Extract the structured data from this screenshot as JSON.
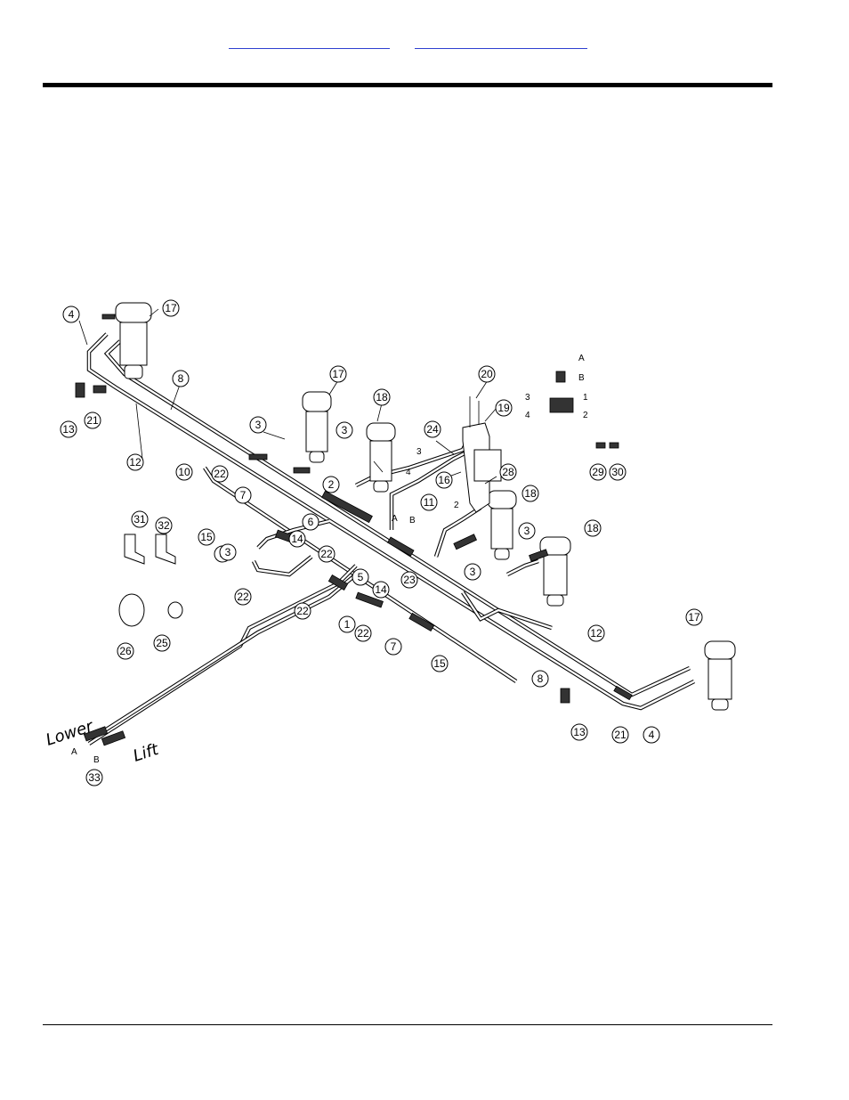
{
  "header": {
    "links": [
      "",
      ""
    ]
  },
  "diagram": {
    "callouts": [
      "1",
      "2",
      "3",
      "4",
      "5",
      "6",
      "7",
      "8",
      "10",
      "11",
      "12",
      "13",
      "14",
      "15",
      "16",
      "17",
      "18",
      "19",
      "20",
      "21",
      "22",
      "23",
      "24",
      "25",
      "26",
      "27",
      "28",
      "29",
      "30",
      "31",
      "32",
      "33"
    ],
    "port_labels": {
      "a": "A",
      "b": "B",
      "p1": "1",
      "p2": "2",
      "p3": "3",
      "p4": "4"
    },
    "script_labels": {
      "lower": "Lower",
      "lift": "Lift"
    }
  }
}
